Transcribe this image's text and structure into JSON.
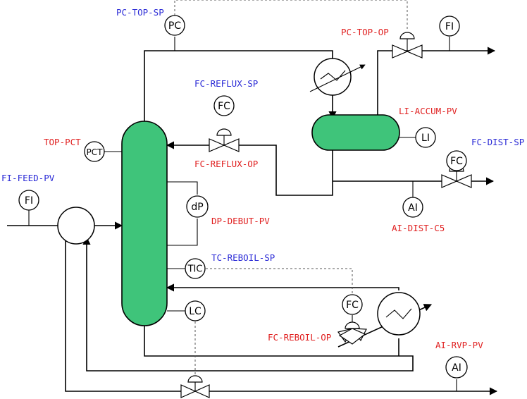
{
  "instruments": {
    "pc": "PC",
    "fi_top": "FI",
    "fc_reflux": "FC",
    "li": "LI",
    "fc_dist": "FC",
    "ai_dist": "AI",
    "fi_feed": "FI",
    "pct": "PCT",
    "dp": "dP",
    "tic": "TIC",
    "lc": "LC",
    "fc_reboil": "FC",
    "ai_rvp": "AI"
  },
  "tags": {
    "pc_top_sp": "PC-TOP-SP",
    "pc_top_op": "PC-TOP-OP",
    "fc_reflux_sp": "FC-REFLUX-SP",
    "li_accum_pv": "LI-ACCUM-PV",
    "top_pct": "TOP-PCT",
    "fc_dist_sp": "FC-DIST-SP",
    "fc_reflux_op": "FC-REFLUX-OP",
    "fi_feed_pv": "FI-FEED-PV",
    "ai_dist_c5": "AI-DIST-C5",
    "dp_debut_pv": "DP-DEBUT-PV",
    "tc_reboil_sp": "TC-REBOIL-SP",
    "fc_reboil_op": "FC-REBOIL-OP",
    "ai_rvp_pv": "AI-RVP-PV"
  },
  "colors": {
    "setpoint_tag": "#2b2bd6",
    "process_tag": "#e02020",
    "vessel_fill": "#3fc47a"
  }
}
